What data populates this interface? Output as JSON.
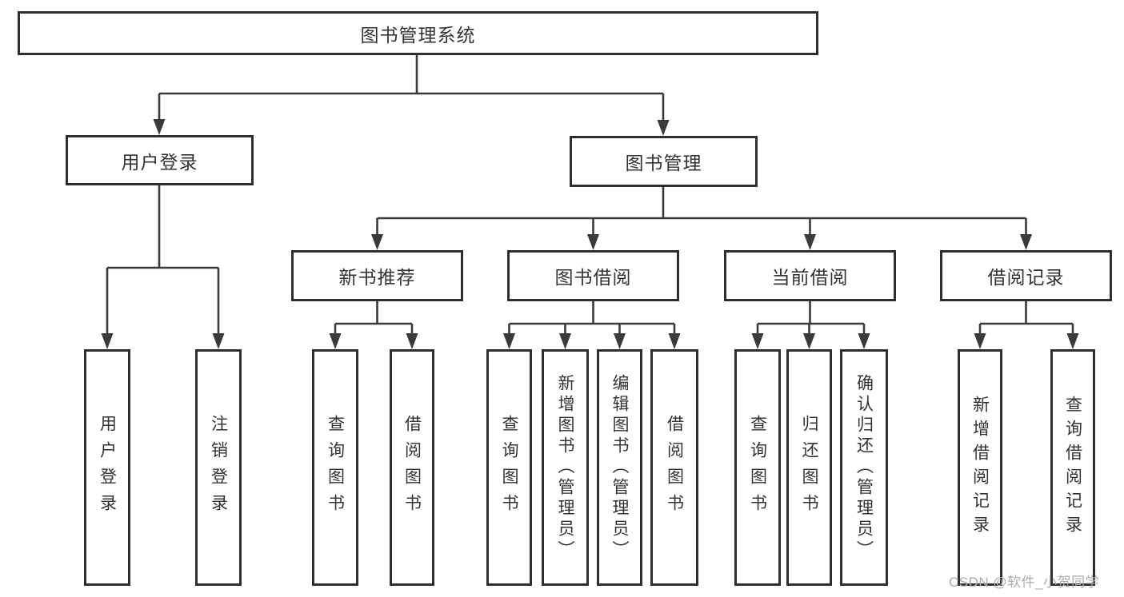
{
  "nodes": {
    "root": "图书管理系统",
    "user_login": "用户登录",
    "book_mgmt": "图书管理",
    "new_books": "新书推荐",
    "book_borrow": "图书借阅",
    "current_borrow": "当前借阅",
    "borrow_records": "借阅记录",
    "leaf_user_login": "用户登录",
    "leaf_logout": "注销登录",
    "leaf_nb_query": "查询图书",
    "leaf_nb_borrow": "借阅图书",
    "leaf_bb_query": "查询图书",
    "leaf_bb_add": "新增图书（管理员）",
    "leaf_bb_edit": "编辑图书（管理员）",
    "leaf_bb_borrow": "借阅图书",
    "leaf_cb_query": "查询图书",
    "leaf_cb_return": "归还图书",
    "leaf_cb_confirm": "确认归还（管理员）",
    "leaf_br_add": "新增借阅记录",
    "leaf_br_query": "查询借阅记录"
  },
  "watermark": "CSDN @软件_小贺同学",
  "colors": {
    "line": "#3a3a3a",
    "box_border": "#2e2e2e",
    "text": "#333333",
    "watermark": "#ababaf",
    "bg": "#ffffff"
  }
}
